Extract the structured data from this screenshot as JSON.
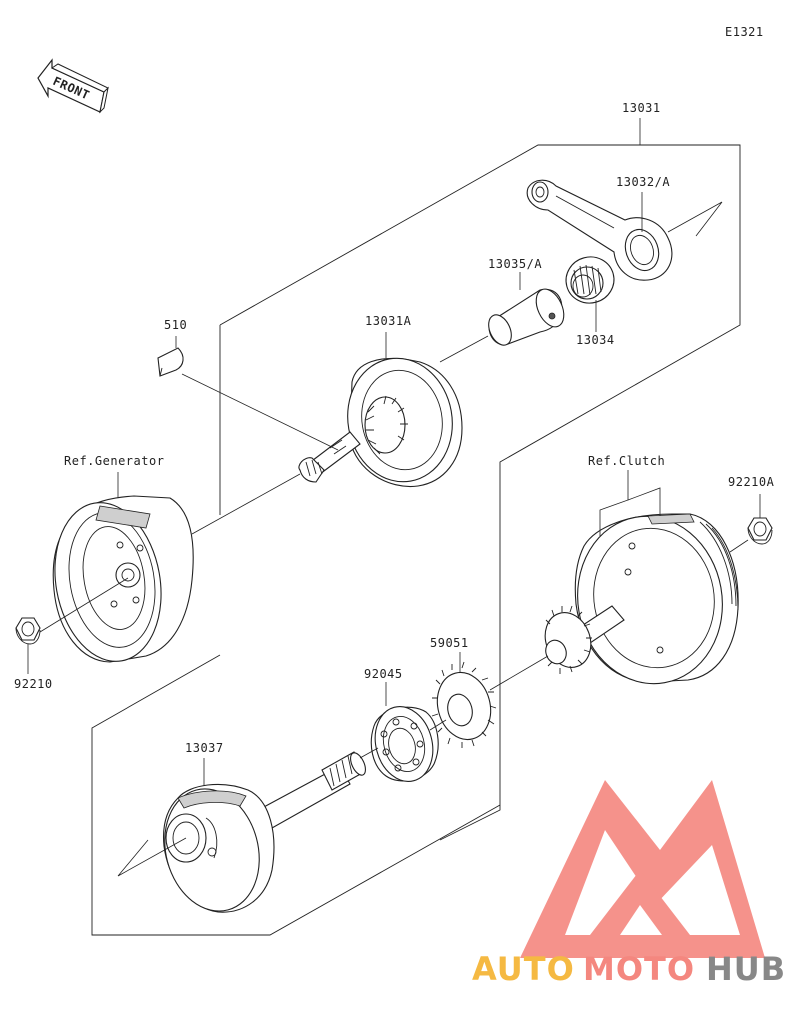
{
  "diagram_code": "E1321",
  "front_label": "FRONT",
  "parts": {
    "p13031": "13031",
    "p13032A": "13032/A",
    "p13035A": "13035/A",
    "p13034": "13034",
    "p13031A": "13031A",
    "p510": "510",
    "ref_generator": "Ref.Generator",
    "ref_clutch": "Ref.Clutch",
    "p92210A": "92210A",
    "p92210": "92210",
    "p59051": "59051",
    "p92045": "92045",
    "p13037": "13037"
  },
  "watermark": {
    "auto": "AUTO",
    "moto": "MOTO",
    "hub": "HUB",
    "colors": {
      "auto": "#f5b942",
      "moto": "#f4877f",
      "hub": "#888888",
      "logo": "#f4877f"
    }
  }
}
